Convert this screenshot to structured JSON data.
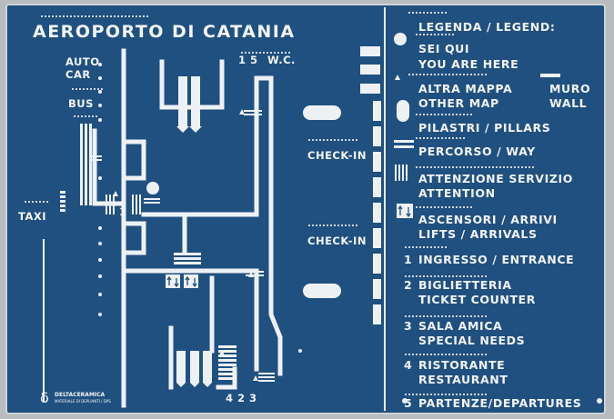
{
  "sign": {
    "title": "AEROPORTO DI CATANIA",
    "map_labels": {
      "auto": "AUTO",
      "car": "CAR",
      "bus": "BUS",
      "taxi": "TAXI",
      "wc_numbers": "1  5",
      "wc": "W.C.",
      "checkin_1": "CHECK-IN",
      "checkin_2": "CHECK-IN",
      "marker_1": "1",
      "marker_bottom": "4  2  3"
    },
    "legend": {
      "heading": "LEGENDA / LEGEND:",
      "you_are_here_it": "SEI QUI",
      "you_are_here_en": "YOU ARE HERE",
      "other_map_it": "ALTRA MAPPA",
      "other_map_en": "OTHER MAP",
      "wall_it": "MURO",
      "wall_en": "WALL",
      "pillars": "PILASTRI / PILLARS",
      "way": "PERCORSO / WAY",
      "attention_it": "ATTENZIONE SERVIZIO",
      "attention_en": "ATTENTION",
      "lifts_it": "ASCENSORI / ARRIVI",
      "lifts_en": "LIFTS / ARRIVALS",
      "entrance_num": "1",
      "entrance": "INGRESSO / ENTRANCE",
      "ticket_num": "2",
      "ticket_it": "BIGLIETTERIA",
      "ticket_en": "TICKET COUNTER",
      "special_num": "3",
      "special_it": "SALA AMICA",
      "special_en": "SPECIAL NEEDS",
      "restaurant_num": "4",
      "restaurant_it": "RISTORANTE",
      "restaurant_en": "RESTAURANT",
      "departures_num": "5",
      "departures": "PARTENZE/DEPARTURES"
    },
    "maker": {
      "name": "DELTACERAMICA",
      "sub": "MATERIALE DI DEPLIANTI / DPS"
    },
    "colors": {
      "plate": "#20507f",
      "relief": "#f2f4f6",
      "frame": "#cfd3d6"
    }
  }
}
